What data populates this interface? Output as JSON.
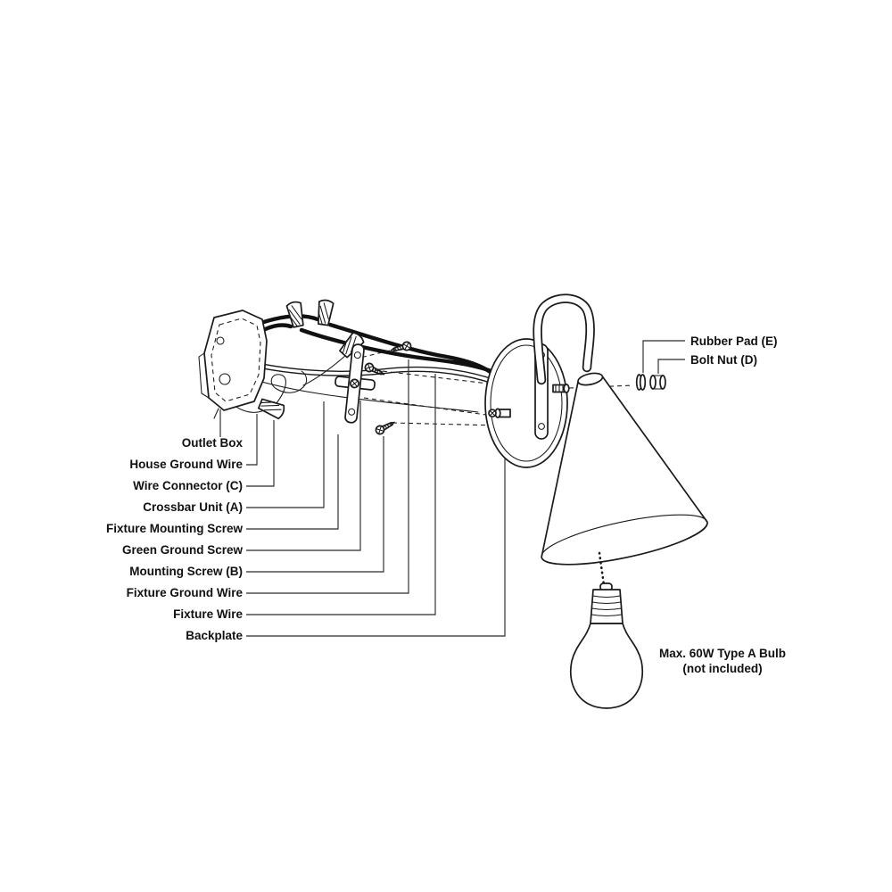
{
  "diagram": {
    "parts_left": [
      "Outlet Box",
      "House Ground Wire",
      "Wire Connector (C)",
      "Crossbar Unit (A)",
      "Fixture Mounting Screw",
      "Green Ground Screw",
      "Mounting Screw (B)",
      "Fixture Ground Wire",
      "Fixture Wire",
      "Backplate"
    ],
    "parts_right": [
      "Rubber Pad (E)",
      "Bolt Nut (D)"
    ],
    "bulb_note": [
      "Max. 60W Type A Bulb",
      "(not included)"
    ],
    "colors": {
      "line": "#1a1a1a",
      "background": "#ffffff"
    }
  }
}
